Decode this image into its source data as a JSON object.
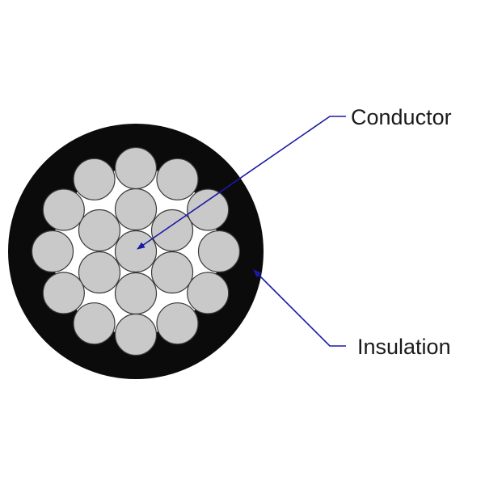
{
  "labels": {
    "conductor": "Conductor",
    "insulation": "Insulation"
  },
  "colors": {
    "background": "#ffffff",
    "insulation": "#0b0b0b",
    "conductor_gap": "#ffffff",
    "strand_fill": "#c9c9c9",
    "strand_stroke": "#3a3a3a",
    "leader": "#1a1aa6",
    "label_text": "#1a1a1a"
  },
  "structure": {
    "strand_layers": [
      1,
      6,
      12
    ],
    "total_strands": 19
  }
}
